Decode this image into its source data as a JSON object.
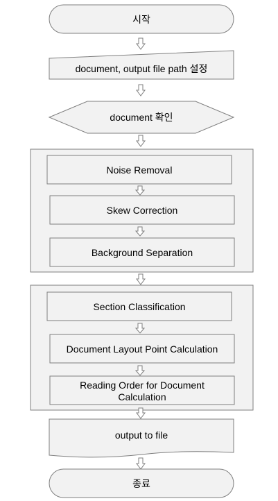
{
  "diagram": {
    "nodes": {
      "start": "시작",
      "set_paths": "document, output file path 설정",
      "check_document": "document 확인",
      "noise_removal": "Noise Removal",
      "skew_correction": "Skew Correction",
      "background_separation": "Background Separation",
      "section_classification": "Section Classification",
      "layout_point_calculation": "Document Layout Point Calculation",
      "reading_order_line1": "Reading Order for Document",
      "reading_order_line2": "Calculation",
      "output_to_file": "output to file",
      "end": "종료"
    },
    "colors": {
      "fill": "#f2f2f2",
      "stroke": "#7f7f7f",
      "text": "#000000"
    }
  }
}
